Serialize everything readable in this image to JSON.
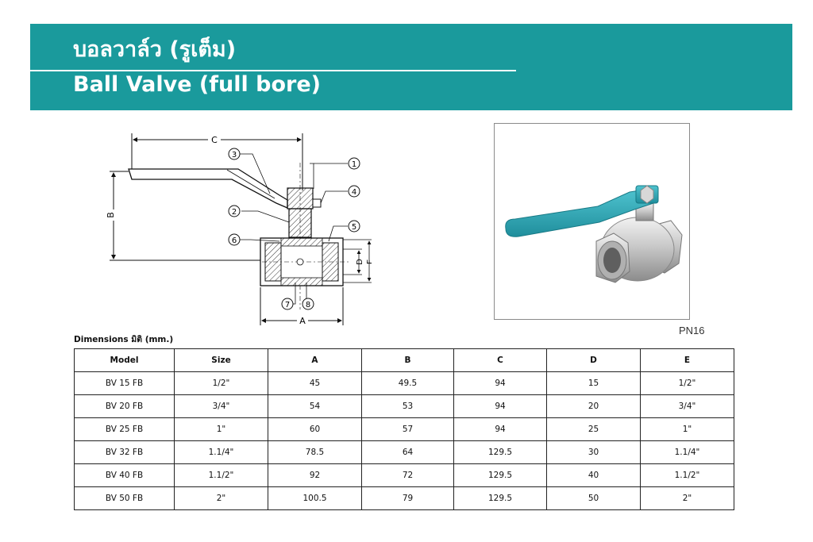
{
  "header": {
    "title_th": "บอลวาล์ว (รูเต็ม)",
    "title_en": "Ball Valve (full bore)"
  },
  "diagram": {
    "dimension_labels": [
      "A",
      "B",
      "C",
      "D",
      "E"
    ],
    "callouts": [
      "1",
      "2",
      "3",
      "4",
      "5",
      "6",
      "7",
      "8"
    ]
  },
  "photo": {
    "pressure_rating": "PN16",
    "colors": {
      "handle": "#2aa4b2",
      "body": "#c9c9c9"
    }
  },
  "table": {
    "caption": "Dimensions มิติ (mm.)",
    "columns": [
      "Model",
      "Size",
      "A",
      "B",
      "C",
      "D",
      "E"
    ],
    "rows": [
      [
        "BV 15 FB",
        "1/2\"",
        "45",
        "49.5",
        "94",
        "15",
        "1/2\""
      ],
      [
        "BV 20 FB",
        "3/4\"",
        "54",
        "53",
        "94",
        "20",
        "3/4\""
      ],
      [
        "BV 25 FB",
        "1\"",
        "60",
        "57",
        "94",
        "25",
        "1\""
      ],
      [
        "BV 32 FB",
        "1.1/4\"",
        "78.5",
        "64",
        "129.5",
        "30",
        "1.1/4\""
      ],
      [
        "BV 40 FB",
        "1.1/2\"",
        "92",
        "72",
        "129.5",
        "40",
        "1.1/2\""
      ],
      [
        "BV 50 FB",
        "2\"",
        "100.5",
        "79",
        "129.5",
        "50",
        "2\""
      ]
    ]
  },
  "colors": {
    "banner": "#1a9a9c",
    "banner_text": "#ffffff"
  }
}
